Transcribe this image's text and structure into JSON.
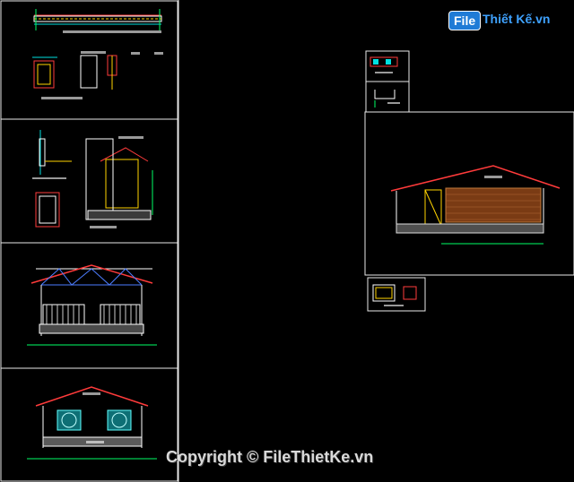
{
  "logo": {
    "file": "File",
    "rest": "Thiết Kế.vn"
  },
  "copyright": "Copyright © FileThietKe.vn"
}
